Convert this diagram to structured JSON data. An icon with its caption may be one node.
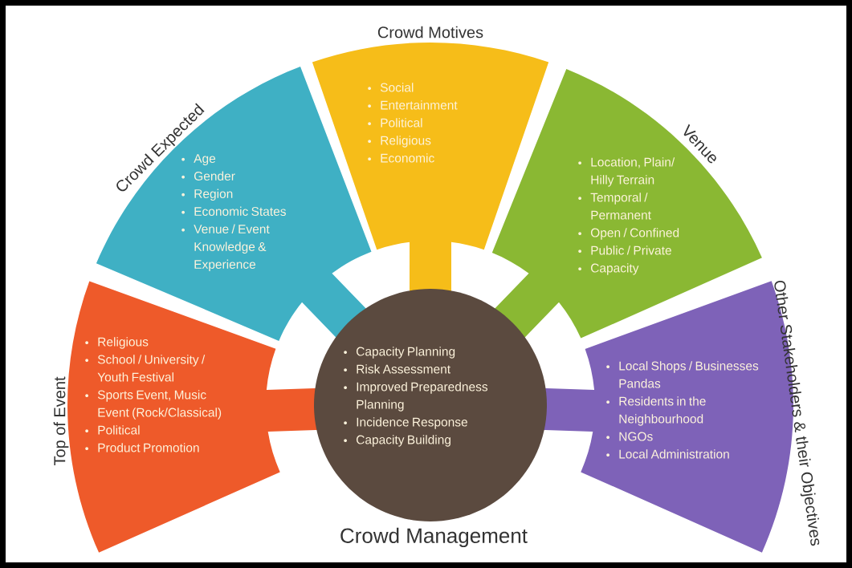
{
  "diagram": {
    "nodes": [
      {
        "text": [
          "Top of Event",
          "Religious",
          "School / University / Youth Festival",
          "Sports Event, Music Event (Rock/Classical)",
          "Political",
          "Product Promotion"
        ]
      },
      {
        "text": [
          "Crowd Expected",
          "Age",
          "Gender",
          "Region",
          "Economic States",
          "Venue / Event Knowledge & Experience"
        ]
      },
      {
        "text": [
          "Crowd Motives",
          "Social",
          "Entertainment",
          "Political",
          "Religious",
          "Economic"
        ]
      },
      {
        "text": [
          "Venue",
          "Location, Plain/ Hilly Terrain",
          "Temporal / Permanent",
          "Open / Confined",
          "Public / Private",
          "Capacity"
        ]
      },
      {
        "text": [
          "Other Stakeholders & their Objectives",
          "Local Shops / Businesses Pandas",
          "Residents in the Neighbourhood",
          "NGOs",
          "Local Administration"
        ]
      },
      {
        "text": [
          "Capacity Planning",
          "Risk Assessment",
          "Improved Preparedness Planning",
          "Incidence Response",
          "Capacity Building",
          "Crowd Management"
        ]
      }
    ]
  }
}
